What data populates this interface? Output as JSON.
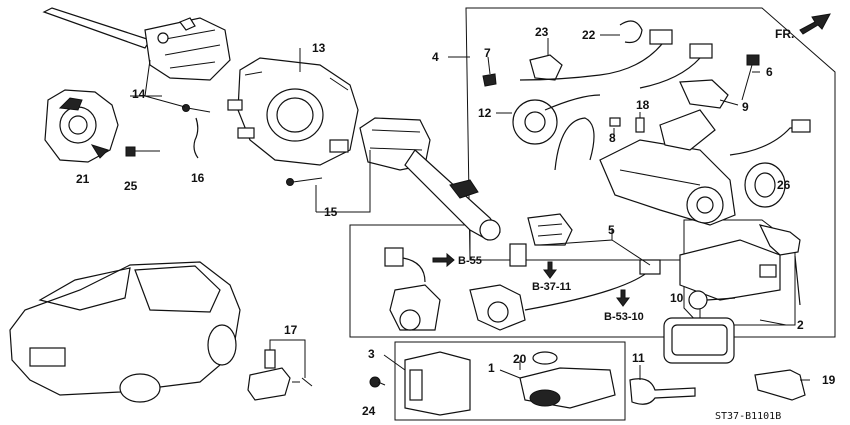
{
  "callouts": {
    "c1": "1",
    "c2": "2",
    "c3": "3",
    "c4": "4",
    "c5": "5",
    "c6": "6",
    "c7": "7",
    "c8": "8",
    "c9": "9",
    "c10": "10",
    "c11": "11",
    "c12": "12",
    "c13": "13",
    "c14": "14",
    "c15": "15",
    "c16": "16",
    "c17": "17",
    "c18": "18",
    "c19": "19",
    "c20": "20",
    "c21": "21",
    "c22": "22",
    "c23": "23",
    "c24": "24",
    "c25": "25",
    "c26": "26"
  },
  "refs": {
    "b55": "B-55",
    "b3711": "B-37-11",
    "b5310": "B-53-10"
  },
  "direction": "FR.",
  "diagram_code": "ST37-B1101B"
}
